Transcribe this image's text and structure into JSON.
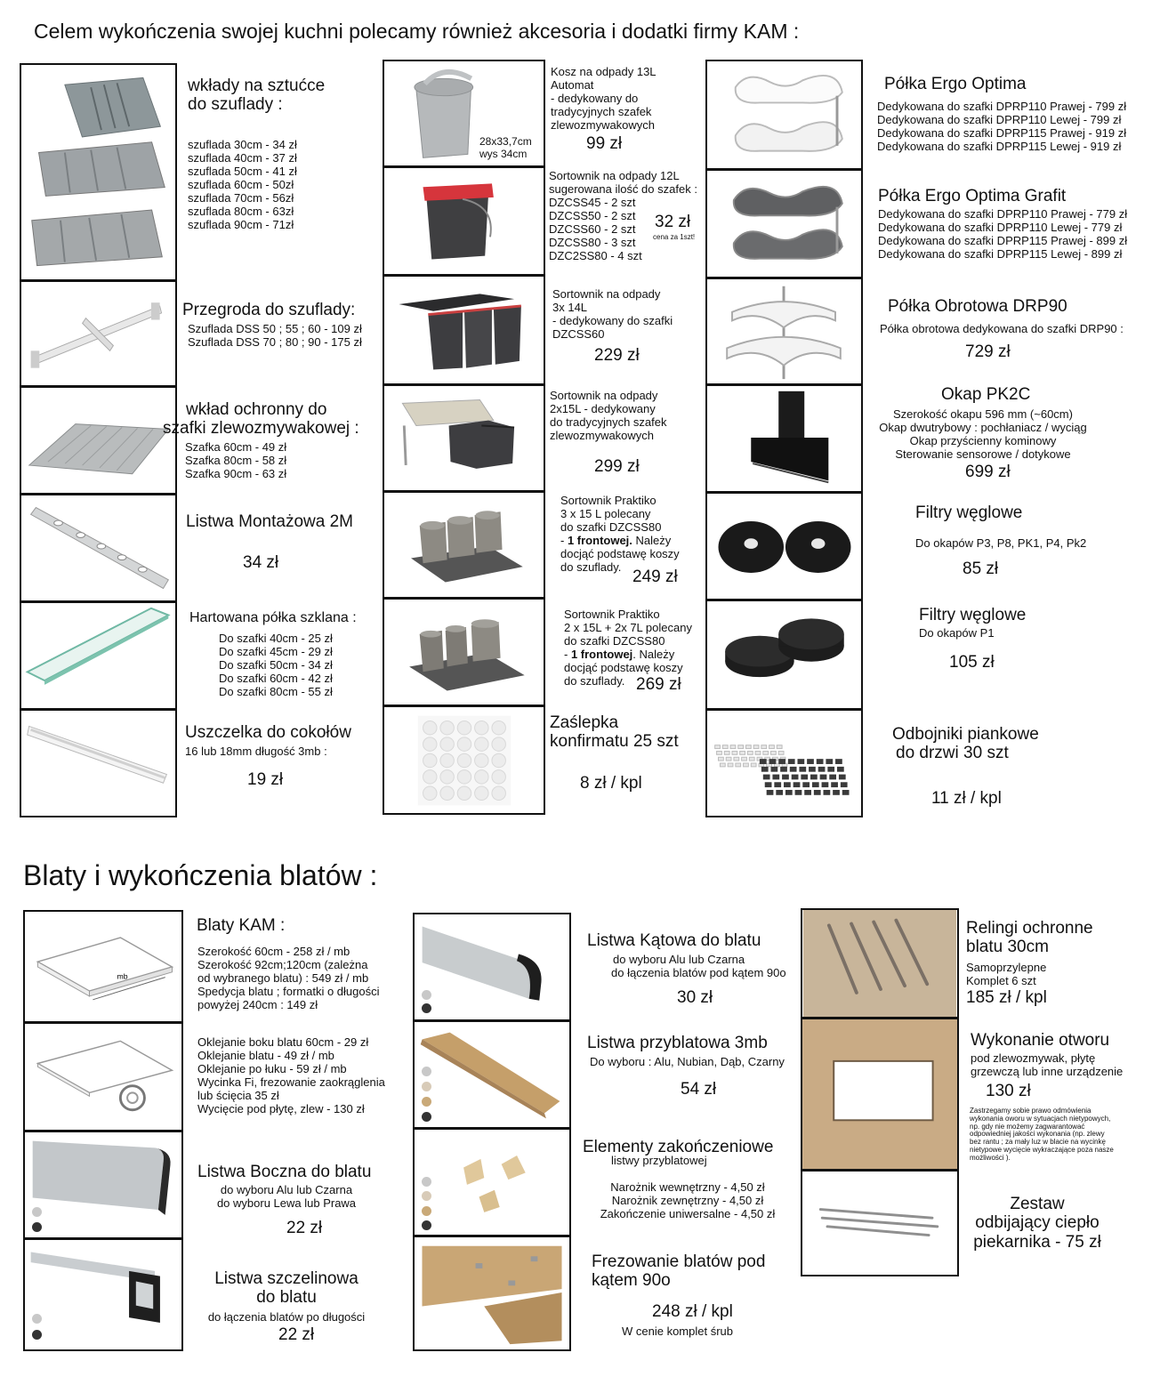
{
  "header": {
    "title": "Celem wykończenia swojej kuchni polecamy również akcesoria i dodatki firmy KAM :",
    "section2": "Blaty i wykończenia blatów :"
  },
  "col1": {
    "cutlery": {
      "title1": "wkłady na sztućce",
      "title2": "do szuflady :",
      "lines": [
        "szuflada 30cm - 34 zł",
        "szuflada 40cm - 37 zł",
        "szuflada 50cm - 41 zł",
        "szuflada 60cm - 50zł",
        "szuflada 70cm - 56zł",
        "szuflada 80cm - 63zł",
        "szuflada 90cm - 71zł"
      ]
    },
    "divider": {
      "title": "Przegroda do szuflady:",
      "lines": [
        "Szuflada DSS 50 ; 55 ; 60 - 109 zł",
        "Szuflada DSS 70 ; 80 ; 90 - 175 zł"
      ]
    },
    "sinkliner": {
      "title1": "wkład ochronny do",
      "title2": "szafki zlewozmywakowej :",
      "lines": [
        "Szafka 60cm - 49 zł",
        "Szafka 80cm - 58 zł",
        "Szafka 90cm - 63 zł"
      ]
    },
    "rail": {
      "title": "Listwa Montażowa 2M",
      "price": "34 zł"
    },
    "glass": {
      "title": "Hartowana półka szklana :",
      "lines": [
        "Do szafki 40cm - 25 zł",
        "Do szafki 45cm - 29 zł",
        "Do szafki 50cm - 34 zł",
        "Do szafki 60cm - 42 zł",
        "Do szafki 80cm - 55 zł"
      ]
    },
    "seal": {
      "title": "Uszczelka do cokołów",
      "sub": "16 lub 18mm długość 3mb :",
      "price": "19 zł"
    }
  },
  "col2": {
    "bin13": {
      "lines": [
        "Kosz na odpady 13L",
        "Automat",
        "- dedykowany do",
        "tradycyjnych szafek",
        "zlewozmywakowych"
      ],
      "dims": [
        "28x33,7cm",
        "wys 34cm"
      ],
      "price": "99 zł"
    },
    "bin12": {
      "lines": [
        "Sortownik na odpady 12L",
        "sugerowana ilość do szafek :",
        "DZCSS45 - 2 szt",
        "DZCSS50 - 2 szt",
        "DZCSS60 - 2 szt",
        "DZCSS80 - 3 szt",
        "DZC2SS80 - 4 szt"
      ],
      "price": "32 zł",
      "note": "cena za 1szt!"
    },
    "bin3x14": {
      "lines": [
        "Sortownik na odpady",
        "3x 14L",
        "- dedykowany do szafki",
        "DZCSS60"
      ],
      "price": "229 zł"
    },
    "bin2x15": {
      "lines": [
        "Sortownik na odpady",
        "2x15L - dedykowany",
        "do tradycyjnych szafek",
        "zlewozmywakowych"
      ],
      "price": "299 zł"
    },
    "praktiko1": {
      "l1": "Sortownik Praktiko",
      "l2": "3 x 15 L polecany",
      "l3": "do szafki DZCSS80",
      "l4a": "- ",
      "l4b": "1 frontowej.",
      "l4c": " Należy",
      "l5": "docjąć podstawę koszy",
      "l6": "do szuflady.",
      "price": "249 zł"
    },
    "praktiko2": {
      "l1": "Sortownik Praktiko",
      "l2": "2 x 15L + 2x 7L polecany",
      "l3": "do szafki DZCSS80",
      "l4a": "- ",
      "l4b": "1 frontowej",
      "l4c": ". Należy",
      "l5": "docjąć podstawę koszy",
      "l6": "do szuflady.",
      "price": "269 zł"
    },
    "caps": {
      "title1": "Zaślepka",
      "title2": "konfirmatu 25 szt",
      "price": "8 zł / kpl"
    }
  },
  "col3": {
    "ergo": {
      "title": "Półka Ergo Optima",
      "lines": [
        "Dedykowana do szafki DPRP110 Prawej  - 799 zł",
        "Dedykowana do szafki DPRP110 Lewej - 799 zł",
        "Dedykowana do szafki DPRP115 Prawej - 919 zł",
        "Dedykowana do szafki DPRP115 Lewej - 919 zł"
      ]
    },
    "ergoGrafit": {
      "title": "Półka Ergo Optima Grafit",
      "lines": [
        "Dedykowana do szafki DPRP110 Prawej - 779 zł",
        "Dedykowana do szafki DPRP110 Lewej - 779 zł",
        "Dedykowana do szafki DPRP115 Prawej - 899 zł",
        "Dedykowana do szafki DPRP115 Lewej - 899 zł"
      ]
    },
    "rotating": {
      "title": "Półka Obrotowa DRP90",
      "sub": "Półka obrotowa dedykowana do szafki DRP90 :",
      "price": "729 zł"
    },
    "hood": {
      "title": "Okap PK2C",
      "lines": [
        "Szerokość okapu 596 mm (~60cm)",
        "Okap dwutrybowy : pochłaniacz / wyciąg",
        "Okap przyścienny kominowy",
        "Sterowanie sensorowe / dotykowe"
      ],
      "price": "699 zł"
    },
    "filters1": {
      "title": "Filtry węglowe",
      "sub": "Do okapów P3, P8, PK1, P4, Pk2",
      "price": "85 zł"
    },
    "filters2": {
      "title": "Filtry węglowe",
      "sub": "Do okapów P1",
      "price": "105 zł"
    },
    "bumpers": {
      "title1": "Odbojniki piankowe",
      "title2": "do drzwi 30 szt",
      "price": "11 zł / kpl"
    }
  },
  "blaty": {
    "blatyKam": {
      "title": "Blaty KAM :",
      "lines": [
        "Szerokość 60cm - 258 zł / mb",
        "Szerokość 92cm;120cm (zależna",
        "od wybranego blatu) : 549 zł / mb",
        "Spedycja blatu ; formatki o długości",
        "powyżej 240cm : 149 zł"
      ],
      "mb": "mb"
    },
    "edging": {
      "lines": [
        "Oklejanie boku blatu 60cm - 29 zł",
        "Oklejanie blatu - 49 zł / mb",
        "Oklejanie po łuku - 59 zł / mb",
        "Wycinka Fi, frezowanie zaokrąglenia",
        "lub ścięcia 35 zł",
        "Wycięcie pod płytę, zlew - 130 zł"
      ]
    },
    "sideStrip": {
      "title": "Listwa Boczna do blatu",
      "l1": "do wyboru Alu lub Czarna",
      "l2": "do wyboru Lewa lub Prawa",
      "price": "22 zł"
    },
    "slotStrip": {
      "title1": "Listwa szczelinowa",
      "title2": "do blatu",
      "sub": "do łączenia blatów po długości",
      "price": "22 zł"
    },
    "cornerStrip": {
      "title": "Listwa Kątowa do blatu",
      "l1": "do wyboru Alu lub Czarna",
      "l2": "do łączenia blatów pod kątem 90o",
      "price": "30 zł"
    },
    "upstand": {
      "title": "Listwa przyblatowa 3mb",
      "sub": "Do wyboru : Alu, Nubian, Dąb, Czarny",
      "price": "54 zł"
    },
    "endings": {
      "title": "Elementy zakończeniowe",
      "sub": "listwy przyblatowej",
      "lines": [
        "Narożnik wewnętrzny - 4,50 zł",
        "Narożnik zewnętrzny - 4,50 zł",
        "Zakończenie uniwersalne - 4,50 zł"
      ]
    },
    "milling": {
      "title1": "Frezowanie blatów pod",
      "title2": "kątem 90o",
      "price": "248 zł / kpl",
      "note": "W cenie komplet śrub"
    },
    "rails": {
      "title1": "Relingi ochronne",
      "title2": "blatu 30cm",
      "l1": "Samoprzylepne",
      "l2": "Komplet 6 szt",
      "price": "185 zł / kpl"
    },
    "cutout": {
      "title": "Wykonanie otworu",
      "l1": "pod zlewozmywak, płytę",
      "l2": "grzewczą lub inne urządzenie",
      "price": "130 zł",
      "disclaimer": [
        "Zastrzegamy sobie prawo odmówienia",
        "wykonania oworu w sytuacjach nietypowych,",
        "np. gdy nie możemy zagwarantować",
        "odpowiedniej jakości wykonania (np. zlewy",
        "bez rantu ; za mały luz w blacie na wycinkę",
        "nietypowe wycięcie wykraczające poza nasze",
        "możliwości )."
      ]
    },
    "heatKit": {
      "l1": "Zestaw",
      "l2": "odbijający ciepło",
      "l3": "piekarnika - 75 zł"
    }
  },
  "colors": {
    "alu": "#c8c8c8",
    "black": "#333333",
    "nubian": "#d8cbb8",
    "oak": "#c9a978"
  }
}
